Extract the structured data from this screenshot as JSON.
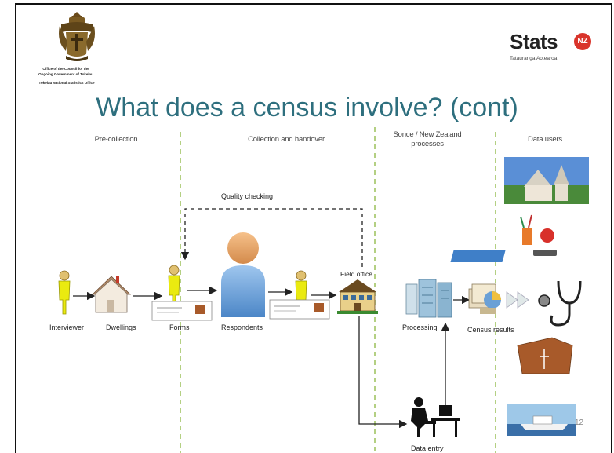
{
  "crest": {
    "line1": "Office of the Council for the",
    "line2": "Ongoing Government of Tokelau",
    "line3": "Tokelau National Statistics Office"
  },
  "logo": {
    "name": "Stats",
    "badge": "NZ",
    "subtitle": "Tatauranga Aotearoa"
  },
  "title": "What does a census involve? (cont)",
  "columns": {
    "pre_collection": "Pre-collection",
    "collection": "Collection and handover",
    "processes": [
      "Sonce / New Zealand",
      "processes"
    ],
    "data_users": "Data users"
  },
  "quality_checking": "Quality checking",
  "field_office": "Field office",
  "nodes": {
    "interviewer": "Interviewer",
    "dwellings": "Dwellings",
    "forms": "Forms",
    "respondents": "Respondents",
    "processing": "Processing",
    "census_results": "Census results",
    "data_entry": "Data entry"
  },
  "page_number": "12",
  "icons": [
    "crest-icon",
    "stats-nz-logo",
    "person-icon",
    "house-icon",
    "form-icon",
    "respondent-icon",
    "field-office-icon",
    "processing-server-icon",
    "census-results-icon",
    "arrow-icon",
    "data-entry-icon",
    "church-image",
    "school-supplies-image",
    "stethoscope-image",
    "bag-image",
    "boat-image"
  ],
  "colors": {
    "title": "#2e6f7e",
    "accent": "#d9342b",
    "person": "#e8e800",
    "divider": "#9bc05a"
  }
}
